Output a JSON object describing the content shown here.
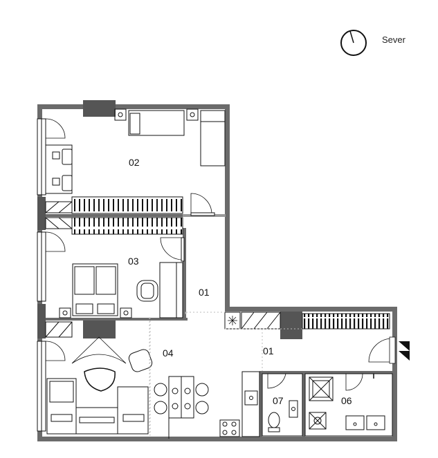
{
  "compass": {
    "label": "Sever"
  },
  "rooms": [
    {
      "id": "room-02",
      "label": "02"
    },
    {
      "id": "room-03",
      "label": "03"
    },
    {
      "id": "room-01-hall-upper",
      "label": "01"
    },
    {
      "id": "room-01-hall-lower",
      "label": "01"
    },
    {
      "id": "room-04",
      "label": "04"
    },
    {
      "id": "room-07",
      "label": "07"
    },
    {
      "id": "room-06",
      "label": "06"
    }
  ],
  "colors": {
    "wall": "#6b6b6b",
    "wall_dark": "#555555",
    "line": "#111111",
    "dashed": "#bbbbbb"
  },
  "entrance": {
    "icon": "entrance-arrow-icon"
  }
}
